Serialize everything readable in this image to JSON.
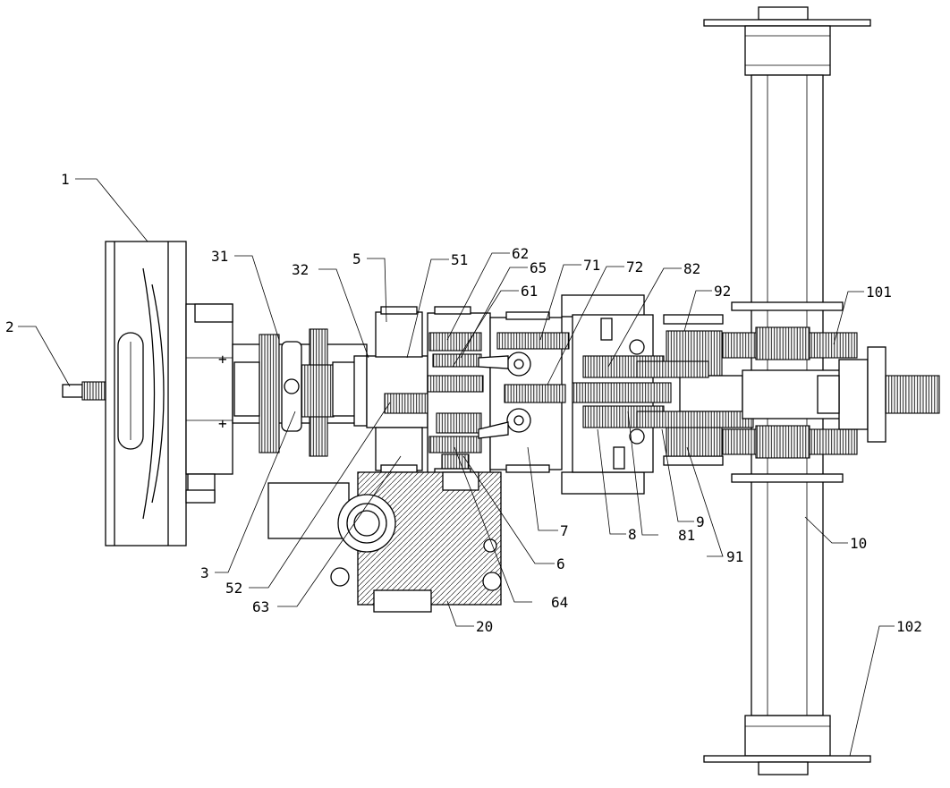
{
  "labels": {
    "l1": "1",
    "l2": "2",
    "l3": "3",
    "l31": "31",
    "l32": "32",
    "l5": "5",
    "l51": "51",
    "l52": "52",
    "l6": "6",
    "l61": "61",
    "l62": "62",
    "l63": "63",
    "l64": "64",
    "l65": "65",
    "l7": "7",
    "l71": "71",
    "l72": "72",
    "l8": "8",
    "l81": "81",
    "l82": "82",
    "l9": "9",
    "l91": "91",
    "l92": "92",
    "l10": "10",
    "l101": "101",
    "l102": "102",
    "l20": "20"
  },
  "colors": {
    "line": "#000000",
    "background": "#ffffff"
  }
}
